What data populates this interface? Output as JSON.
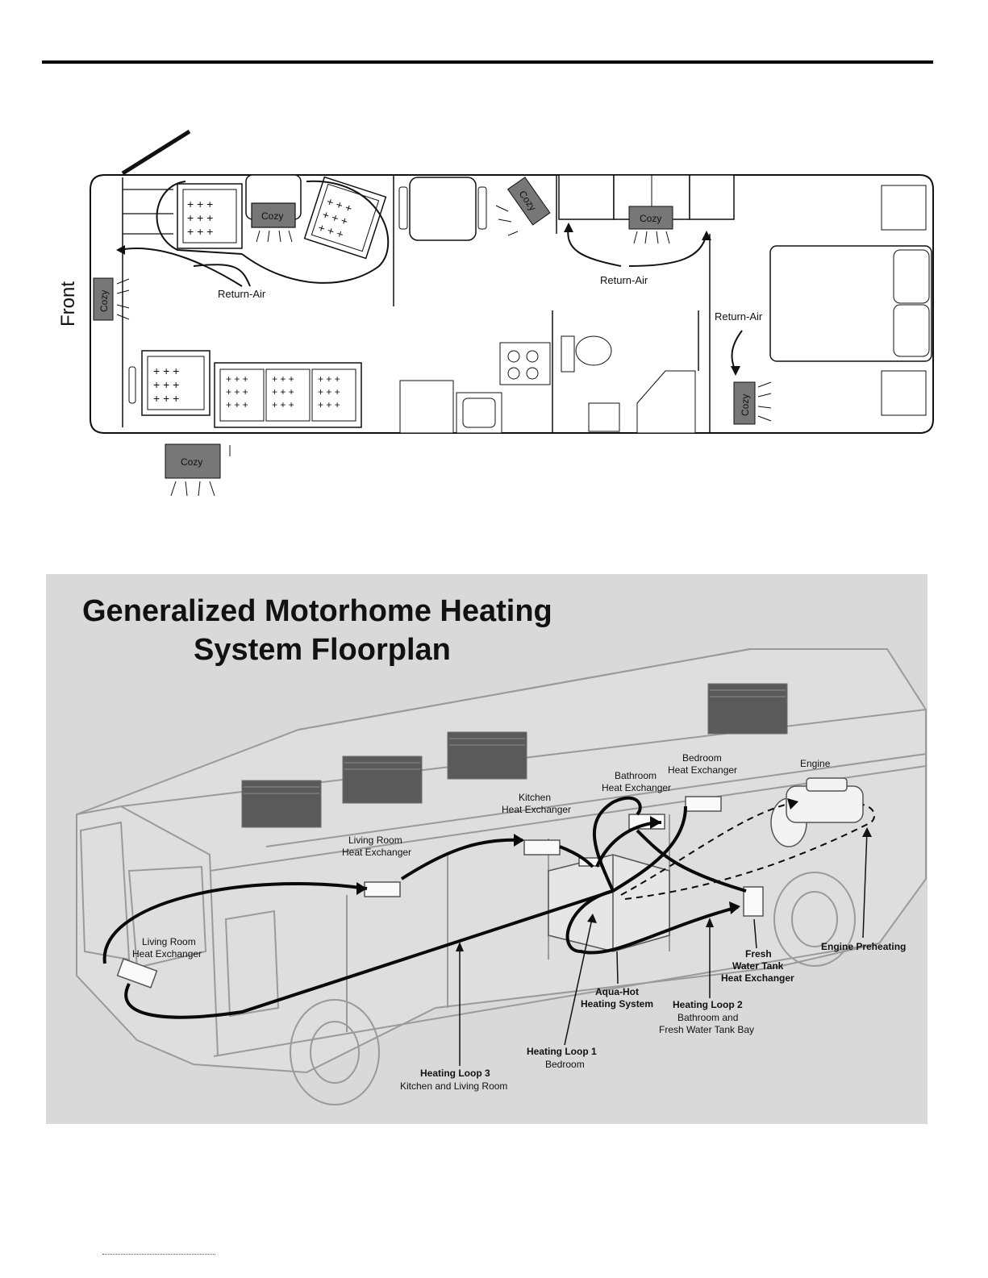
{
  "floorplan": {
    "front_label": "Front",
    "cozy_label": "Cozy",
    "return_air_label": "Return-Air"
  },
  "diagram": {
    "title_line1": "Generalized Motorhome Heating",
    "title_line2": "System Floorplan",
    "labels": {
      "living_front_1": "Living Room",
      "living_front_2": "Heat Exchanger",
      "living_mid_1": "Living Room",
      "living_mid_2": "Heat Exchanger",
      "kitchen_1": "Kitchen",
      "kitchen_2": "Heat Exchanger",
      "bathroom_1": "Bathroom",
      "bathroom_2": "Heat Exchanger",
      "bedroom_1": "Bedroom",
      "bedroom_2": "Heat Exchanger",
      "engine": "Engine",
      "engine_preheating": "Engine Preheating",
      "fresh_1": "Fresh",
      "fresh_2": "Water Tank",
      "fresh_3": "Heat Exchanger",
      "aqua_1": "Aqua-Hot",
      "aqua_2": "Heating System",
      "loop2_1": "Heating Loop 2",
      "loop2_2": "Bathroom and",
      "loop2_3": "Fresh Water Tank Bay",
      "loop1_1": "Heating Loop 1",
      "loop1_2": "Bedroom",
      "loop3_1": "Heating Loop 3",
      "loop3_2": "Kitchen and Living Room"
    }
  }
}
